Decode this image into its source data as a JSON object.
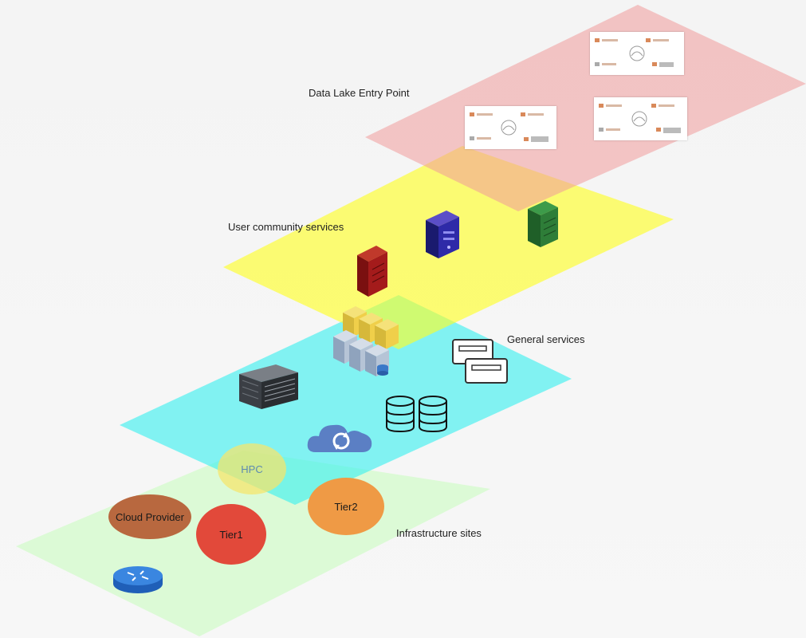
{
  "layers": {
    "data_lake": {
      "label": "Data Lake Entry Point",
      "color": "#f2a7a7"
    },
    "user_community": {
      "label": "User community services",
      "color": "#ffff33"
    },
    "general": {
      "label": "General services",
      "color": "#33f0f0"
    },
    "infrastructure": {
      "label": "Infrastructure sites",
      "color": "#d7fad0"
    }
  },
  "sites": [
    {
      "label": "HPC",
      "color": "#f7e46a"
    },
    {
      "label": "Cloud Provider",
      "color": "#b8683f"
    },
    {
      "label": "Tier1",
      "color": "#e2493a"
    },
    {
      "label": "Tier2",
      "color": "#ef9a45"
    }
  ],
  "icons": {
    "user_servers": [
      "red-server-icon",
      "purple-server-icon",
      "green-server-icon"
    ],
    "general": [
      "file-server-icon",
      "blade-server-icon",
      "cabinet-icon",
      "cloud-sync-icon",
      "database-icon"
    ],
    "infrastructure": [
      "router-icon"
    ],
    "data_lake": [
      "dashboard-panel-icon"
    ]
  }
}
